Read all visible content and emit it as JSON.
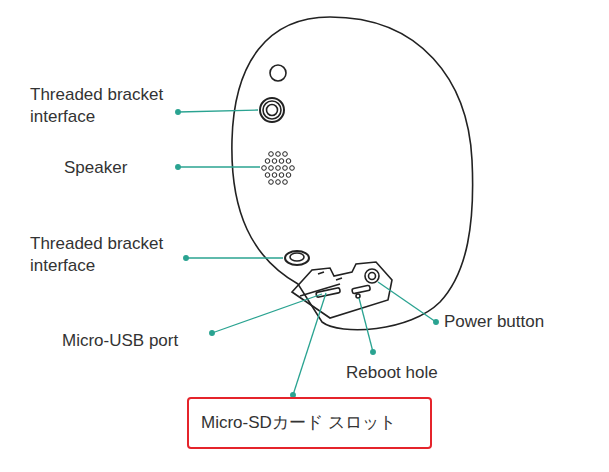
{
  "diagram": {
    "nodes": [
      {
        "text": [
          "Micro-SDカード スロット"
        ]
      }
    ],
    "labels": [
      "Threaded bracket interface",
      "Speaker",
      "Threaded bracket interface",
      "Micro-USB port",
      "Reboot hole",
      "Power button"
    ]
  }
}
